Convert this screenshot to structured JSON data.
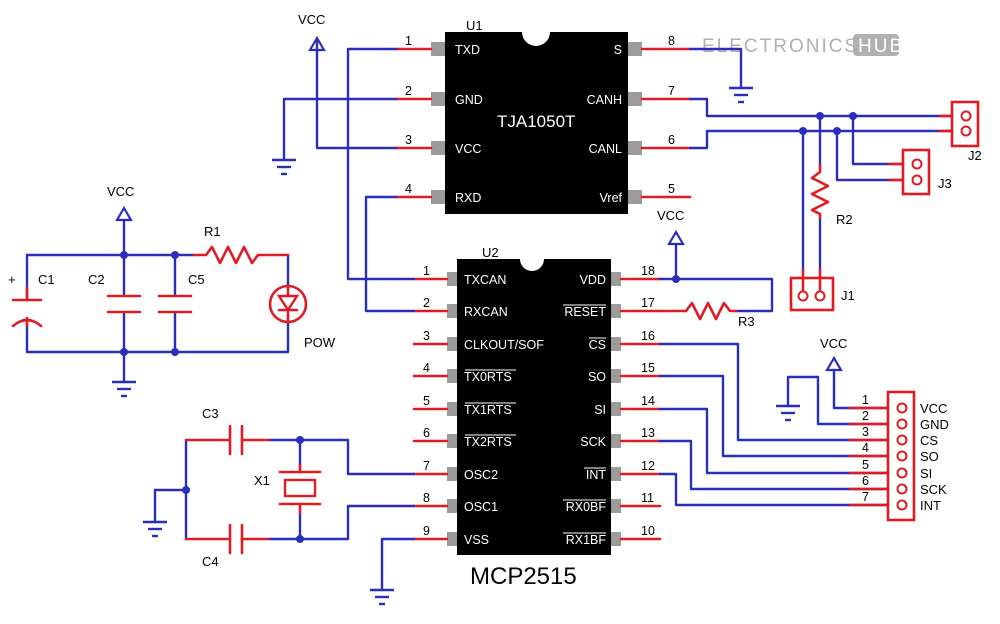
{
  "brand": {
    "word1": "ELECTRONICS",
    "word2": "HUB"
  },
  "power": {
    "vcc": "VCC"
  },
  "u1": {
    "ref": "U1",
    "part": "TJA1050T",
    "left_pins": [
      {
        "num": "1",
        "name": "TXD"
      },
      {
        "num": "2",
        "name": "GND"
      },
      {
        "num": "3",
        "name": "VCC"
      },
      {
        "num": "4",
        "name": "RXD"
      }
    ],
    "right_pins": [
      {
        "num": "8",
        "name": "S"
      },
      {
        "num": "7",
        "name": "CANH"
      },
      {
        "num": "6",
        "name": "CANL"
      },
      {
        "num": "5",
        "name": "Vref"
      }
    ]
  },
  "u2": {
    "ref": "U2",
    "part": "MCP2515",
    "left_pins": [
      {
        "num": "1",
        "name": "TXCAN"
      },
      {
        "num": "2",
        "name": "RXCAN"
      },
      {
        "num": "3",
        "name": "CLKOUT/SOF"
      },
      {
        "num": "4",
        "name": "TX0RTS"
      },
      {
        "num": "5",
        "name": "TX1RTS"
      },
      {
        "num": "6",
        "name": "TX2RTS"
      },
      {
        "num": "7",
        "name": "OSC2"
      },
      {
        "num": "8",
        "name": "OSC1"
      },
      {
        "num": "9",
        "name": "VSS"
      }
    ],
    "right_pins": [
      {
        "num": "18",
        "name": "VDD"
      },
      {
        "num": "17",
        "name": "RESET"
      },
      {
        "num": "16",
        "name": "CS"
      },
      {
        "num": "15",
        "name": "SO"
      },
      {
        "num": "14",
        "name": "SI"
      },
      {
        "num": "13",
        "name": "SCK"
      },
      {
        "num": "12",
        "name": "INT"
      },
      {
        "num": "11",
        "name": "RX0BF"
      },
      {
        "num": "10",
        "name": "RX1BF"
      }
    ]
  },
  "components": {
    "c1": "C1",
    "c2": "C2",
    "c5": "C5",
    "r1": "R1",
    "led": "POW",
    "c3": "C3",
    "c4": "C4",
    "x1": "X1",
    "r2": "R2",
    "r3": "R3",
    "j1": "J1",
    "j2": "J2",
    "j3": "J3",
    "plus": "+"
  },
  "header": {
    "pins": [
      {
        "num": "1",
        "name": "VCC"
      },
      {
        "num": "2",
        "name": "GND"
      },
      {
        "num": "3",
        "name": "CS"
      },
      {
        "num": "4",
        "name": "SO"
      },
      {
        "num": "5",
        "name": "SI"
      },
      {
        "num": "6",
        "name": "SCK"
      },
      {
        "num": "7",
        "name": "INT"
      }
    ]
  }
}
